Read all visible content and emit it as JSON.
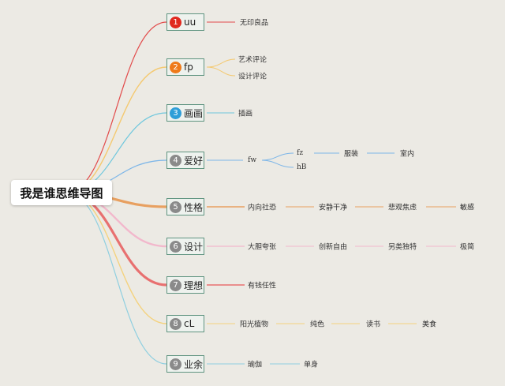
{
  "root": {
    "label": "我是谁思维导图"
  },
  "branches": [
    {
      "num": "1",
      "label": "uu",
      "color": "#e24b4b",
      "num_color": "#e0291f",
      "leaves": [
        {
          "text": "无印良品"
        }
      ]
    },
    {
      "num": "2",
      "label": "fp",
      "color": "#f4c970",
      "num_color": "#ef7a1a",
      "leaves": [
        {
          "text": "艺术评论"
        },
        {
          "text": "设计评论"
        }
      ]
    },
    {
      "num": "3",
      "label": "画画",
      "color": "#6ec7dd",
      "num_color": "#2e9ed8",
      "leaves": [
        {
          "text": "插画"
        }
      ]
    },
    {
      "num": "4",
      "label": "爱好",
      "color": "#7db6e8",
      "num_color": "#8a8a8a",
      "leaves": [
        {
          "text": "fw"
        },
        {
          "text": "fz"
        },
        {
          "text": "服装"
        },
        {
          "text": "室内"
        },
        {
          "text": "hB"
        }
      ]
    },
    {
      "num": "5",
      "label": "性格",
      "color": "#e8a060",
      "num_color": "#8a8a8a",
      "leaves": [
        {
          "text": "内向社恐"
        },
        {
          "text": "安静干净"
        },
        {
          "text": "悲观焦虑"
        },
        {
          "text": "敏感"
        }
      ]
    },
    {
      "num": "6",
      "label": "设计",
      "color": "#f2b8cc",
      "num_color": "#8a8a8a",
      "leaves": [
        {
          "text": "大胆夸张"
        },
        {
          "text": "创新自由"
        },
        {
          "text": "另类独特"
        },
        {
          "text": "极简"
        }
      ]
    },
    {
      "num": "7",
      "label": "理想",
      "color": "#e87070",
      "num_color": "#8a8a8a",
      "leaves": [
        {
          "text": "有钱任性"
        }
      ]
    },
    {
      "num": "8",
      "label": "cL",
      "color": "#f4d27e",
      "num_color": "#8a8a8a",
      "leaves": [
        {
          "text": "阳光植物"
        },
        {
          "text": "纯色"
        },
        {
          "text": "读书"
        },
        {
          "text": "美食"
        }
      ]
    },
    {
      "num": "9",
      "label": "业余",
      "color": "#8fcfe0",
      "num_color": "#8a8a8a",
      "leaves": [
        {
          "text": "瑜伽"
        },
        {
          "text": "单身"
        }
      ]
    }
  ]
}
